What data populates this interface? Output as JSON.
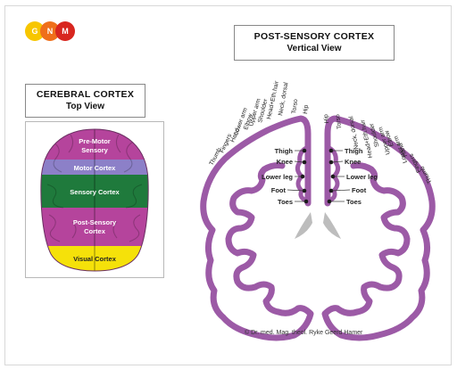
{
  "logo": {
    "letters": [
      "G",
      "N",
      "M"
    ],
    "colors": [
      "#f7c600",
      "#ef6f1a",
      "#d8261f"
    ]
  },
  "post_sensory": {
    "title": "POST-SENSORY CORTEX",
    "subtitle": "Vertical View"
  },
  "top_view": {
    "title": "CEREBRAL CORTEX",
    "subtitle": "Top View",
    "regions": [
      {
        "label_lines": [
          "Pre-Motor",
          "Sensory"
        ],
        "color": "#b5449c"
      },
      {
        "label_lines": [
          "Motor Cortex"
        ],
        "color": "#8c80c8"
      },
      {
        "label_lines": [
          "Sensory Cortex"
        ],
        "color": "#1f7a3c"
      },
      {
        "label_lines": [
          "Post-Sensory",
          "Cortex"
        ],
        "color": "#b5449c"
      },
      {
        "label_lines": [
          "Visual Cortex"
        ],
        "color": "#f5e10a"
      }
    ]
  },
  "body_labels": {
    "arc_left": [
      "Thumb",
      "Fingers",
      "Hand",
      "Lower arm",
      "Elbow",
      "Upper arm",
      "Shoulder",
      "Head+Eth.hair",
      "Neck, dorsal",
      "Torso",
      "Hip"
    ],
    "arc_right": [
      "Hip",
      "Torso",
      "Neck, dorsal",
      "Head+Eth.hair",
      "Shoulder",
      "Upper arm",
      "Elbow",
      "Lower arm",
      "Hand",
      "Fingers",
      "Thumb"
    ],
    "inner_left": [
      "Thigh",
      "Knee",
      "Lower leg",
      "Foot",
      "Toes"
    ],
    "inner_right": [
      "Thigh",
      "Knee",
      "Lower leg",
      "Foot",
      "Toes"
    ]
  },
  "colors": {
    "cortex": "#9c5aa6",
    "ventricle": "#bdbdbd"
  },
  "credit": "© Dr. med. Mag. theol. Ryke Geerd Hamer"
}
